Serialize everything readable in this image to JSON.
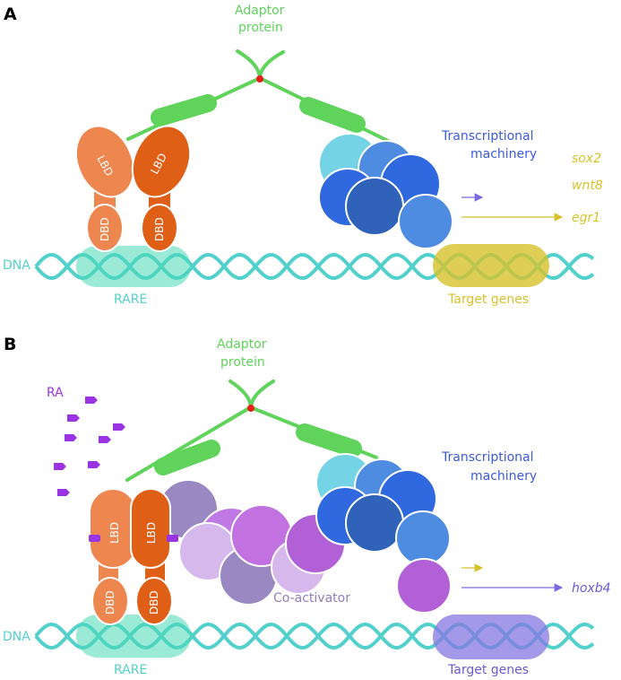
{
  "colors": {
    "adaptor": "#5fd35a",
    "dna": "#52d0cc",
    "rare": "#49d8b4",
    "receptor_light": "#ee8650",
    "receptor_dark": "#df5f16",
    "machinery_blue": "#3c78df",
    "machinery_light": "#75d3e6",
    "target_a": "#d7c22c",
    "target_b": "#8577e2",
    "coactivator": "#9a88c2",
    "coactivator_pink": "#c271e0",
    "ra": "#9a34e2"
  },
  "panel_a": {
    "letter": "A",
    "adaptor_label": [
      "Adaptor",
      "protein"
    ],
    "machinery_label": [
      "Transcriptional",
      "machinery"
    ],
    "genes": [
      "sox2",
      "wnt8",
      "egr1"
    ],
    "dna_label": "DNA",
    "rare_label": "RARE",
    "target_label": "Target genes",
    "lbd": "LBD",
    "dbd": "DBD"
  },
  "panel_b": {
    "letter": "B",
    "adaptor_label": [
      "Adaptor",
      "protein"
    ],
    "machinery_label": [
      "Transcriptional",
      "machinery"
    ],
    "ra_label": "RA",
    "coactivator_label": "Co-activator",
    "gene": "hoxb4",
    "dna_label": "DNA",
    "rare_label": "RARE",
    "target_label": "Target genes",
    "lbd": "LBD",
    "dbd": "DBD"
  }
}
